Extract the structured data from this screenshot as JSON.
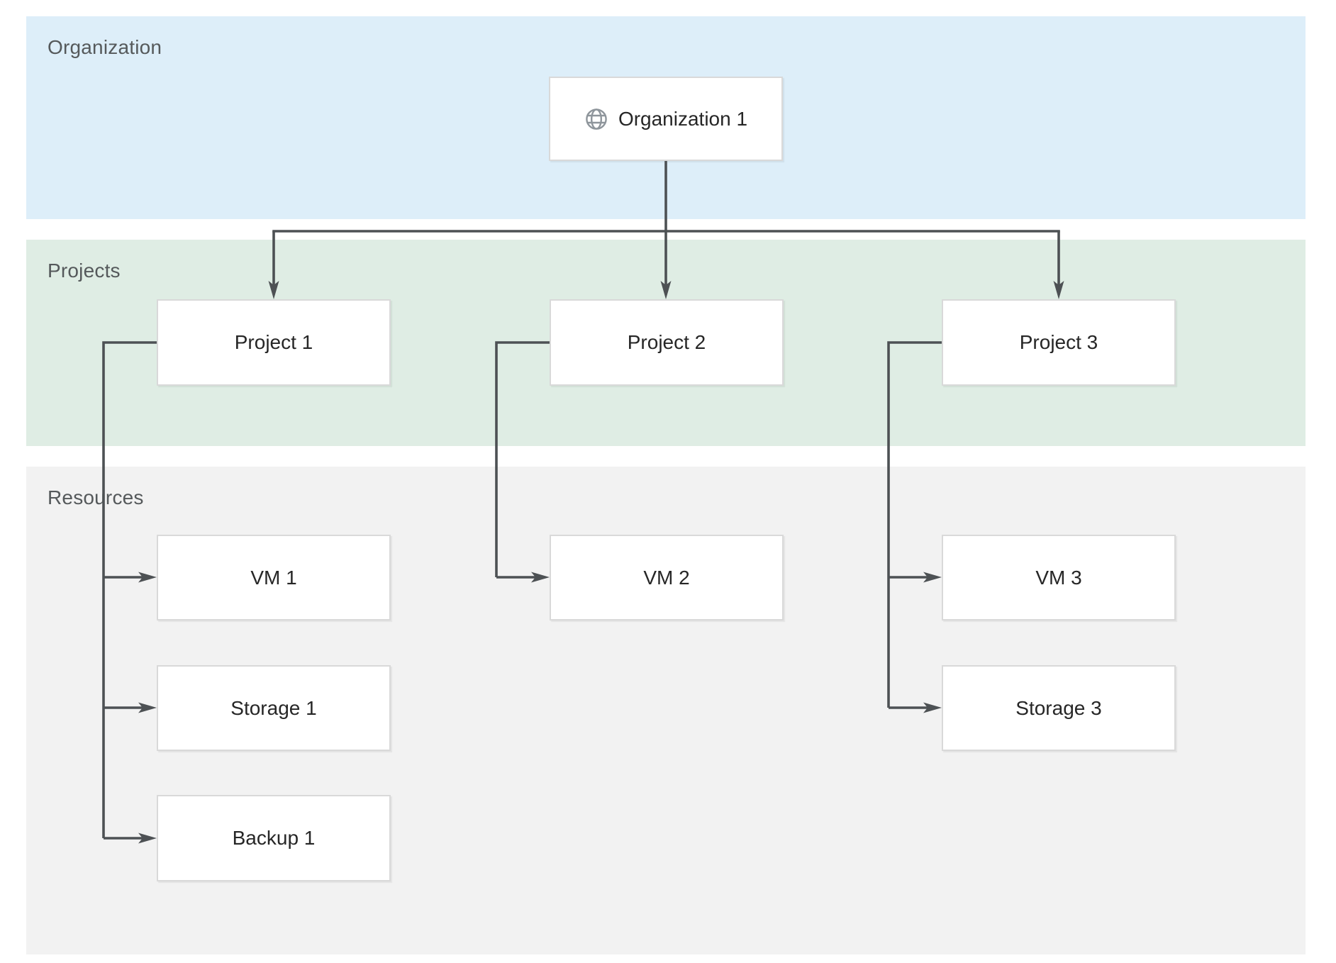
{
  "diagram": {
    "type": "hierarchy",
    "description": "Organization, projects and resources hierarchy diagram"
  },
  "bands": {
    "organization": {
      "label": "Organization",
      "color": "#ddeef9"
    },
    "projects": {
      "label": "Projects",
      "color": "#dfede4"
    },
    "resources": {
      "label": "Resources",
      "color": "#f2f2f2"
    }
  },
  "nodes": {
    "org1": {
      "label": "Organization 1",
      "icon": "globe-icon",
      "band": "organization"
    },
    "project1": {
      "label": "Project 1",
      "band": "projects"
    },
    "project2": {
      "label": "Project 2",
      "band": "projects"
    },
    "project3": {
      "label": "Project 3",
      "band": "projects"
    },
    "vm1": {
      "label": "VM 1",
      "band": "resources"
    },
    "storage1": {
      "label": "Storage 1",
      "band": "resources"
    },
    "backup1": {
      "label": "Backup 1",
      "band": "resources"
    },
    "vm2": {
      "label": "VM 2",
      "band": "resources"
    },
    "vm3": {
      "label": "VM 3",
      "band": "resources"
    },
    "storage3": {
      "label": "Storage 3",
      "band": "resources"
    }
  },
  "edges": [
    {
      "from": "Organization 1",
      "to": "Project 1"
    },
    {
      "from": "Organization 1",
      "to": "Project 2"
    },
    {
      "from": "Organization 1",
      "to": "Project 3"
    },
    {
      "from": "Project 1",
      "to": "VM 1"
    },
    {
      "from": "Project 1",
      "to": "Storage 1"
    },
    {
      "from": "Project 1",
      "to": "Backup 1"
    },
    {
      "from": "Project 2",
      "to": "VM 2"
    },
    {
      "from": "Project 3",
      "to": "VM 3"
    },
    {
      "from": "Project 3",
      "to": "Storage 3"
    }
  ],
  "colors": {
    "band_organization": "#ddeef9",
    "band_projects": "#dfede4",
    "band_resources": "#f2f2f2",
    "band_label_text": "#55595b",
    "connector": "#4d5154",
    "node_background": "#ffffff",
    "node_border": "#d9d9d9",
    "node_text": "#262626",
    "globe_icon": "#8e959b"
  }
}
